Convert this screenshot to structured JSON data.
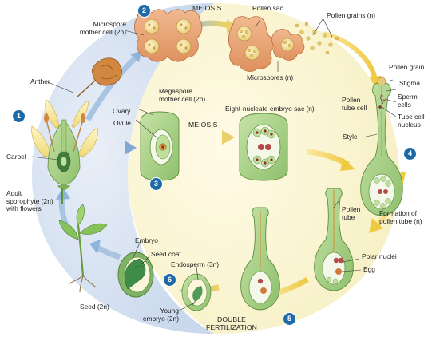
{
  "labels": {
    "meiosis_top": "MEIOSIS",
    "pollen_sac": "Pollen sac",
    "pollen_grains": "Pollen grains (n)",
    "microspore_mother_cell": "Microspore\nmother cell (2n)",
    "microspores": "Microspores (n)",
    "anther": "Anther",
    "megaspore_mother_cell": "Megaspore\nmother cell (2n)",
    "ovary": "Ovary",
    "ovule": "Ovule",
    "meiosis_middle": "MEIOSIS",
    "eight_nucleate_embryo_sac": "Eight-nucleate embryo sac (n)",
    "pollen_grain": "Pollen grain",
    "stigma": "Stigma",
    "pollen_tube_cell": "Pollen\ntube cell",
    "sperm_cells": "Sperm\ncells",
    "tube_cell_nucleus": "Tube cell\nnucleus",
    "style": "Style",
    "carpel": "Carpel",
    "adult_sporophyte": "Adult\nsporophyte (2n)\nwith flowers",
    "pollen_tube": "Pollen\ntube",
    "formation_of_pollen_tube": "Formation of\npollen tube (n)",
    "polar_nuclei": "Polar nuclei",
    "egg": "Egg",
    "embryo": "Embryo",
    "seed_coat": "Seed coat",
    "endosperm": "Endosperm (3n)",
    "seed": "Seed (2n)",
    "young_embryo": "Young\nembryo (2n)",
    "double_fertilization": "DOUBLE\nFERTILIZATION"
  },
  "steps": [
    "1",
    "2",
    "3",
    "4",
    "5",
    "6"
  ],
  "colors": {
    "step_badge": "#1e6aa8",
    "sporophyte_background": "#dbe6f3",
    "gametophyte_background": "#fbf6d4",
    "anther_tissue": "#e9a77a",
    "pollen": "#f4dfa0",
    "ovule_tissue": "#a8cf86",
    "cycle_arrow_blue": "#9cbfe0",
    "cycle_arrow_yellow": "#f1d35a"
  }
}
